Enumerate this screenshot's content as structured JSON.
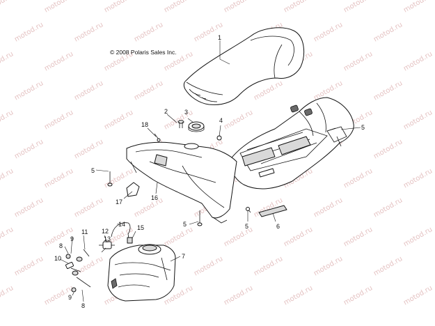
{
  "copyright": "© 2008 Polaris Sales Inc.",
  "watermark_text": "motod.ru",
  "callouts": [
    {
      "id": "callout-1",
      "label": "1"
    },
    {
      "id": "callout-2",
      "label": "2"
    },
    {
      "id": "callout-3",
      "label": "3"
    },
    {
      "id": "callout-4",
      "label": "4"
    },
    {
      "id": "callout-5-right",
      "label": "5"
    },
    {
      "id": "callout-18",
      "label": "18"
    },
    {
      "id": "callout-5-left",
      "label": "5"
    },
    {
      "id": "callout-17",
      "label": "17"
    },
    {
      "id": "callout-16",
      "label": "16"
    },
    {
      "id": "callout-5-center",
      "label": "5"
    },
    {
      "id": "callout-5-lower",
      "label": "5"
    },
    {
      "id": "callout-6",
      "label": "6"
    },
    {
      "id": "callout-14",
      "label": "14"
    },
    {
      "id": "callout-15",
      "label": "15"
    },
    {
      "id": "callout-12",
      "label": "12"
    },
    {
      "id": "callout-11",
      "label": "11"
    },
    {
      "id": "callout-9-top",
      "label": "9"
    },
    {
      "id": "callout-13",
      "label": "13"
    },
    {
      "id": "callout-8-top",
      "label": "8"
    },
    {
      "id": "callout-10",
      "label": "10"
    },
    {
      "id": "callout-7",
      "label": "7"
    },
    {
      "id": "callout-9-bottom",
      "label": "9"
    },
    {
      "id": "callout-8-bottom",
      "label": "8"
    }
  ],
  "colors": {
    "line": "#111111",
    "watermark": "#e5c3c3",
    "shade": "#d9d9d9"
  }
}
